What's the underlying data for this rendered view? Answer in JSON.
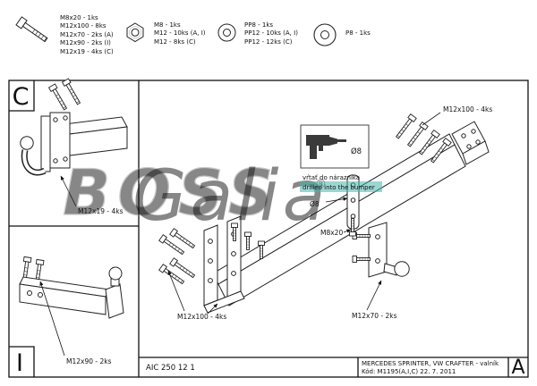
{
  "parts": {
    "bolts": {
      "lines": [
        "M8x20 - 1ks",
        "M12x100 - 8ks",
        "M12x70 - 2ks (A)",
        "M12x90 - 2ks (I)",
        "M12x19 - 4ks (C)"
      ]
    },
    "nuts": {
      "lines": [
        "M8 - 1ks",
        "M12 - 10ks (A, I)",
        "M12 - 8ks (C)"
      ]
    },
    "washers": {
      "lines": [
        "PP8 - 1ks",
        "PP12 - 10ks (A, I)",
        "PP12 - 12ks (C)"
      ]
    },
    "big_washer": {
      "lines": [
        "P8 - 1ks"
      ]
    }
  },
  "labels": {
    "section_c": "C",
    "section_i": "I",
    "rev_a": "A",
    "main_top_right": "M12x100 - 4ks",
    "main_bottom_left": "M12x100 - 4ks",
    "main_ball": "M12x70 - 2ks",
    "main_m8": "M8x20",
    "dia8_box": "Ø8",
    "dia8_arrow": "Ø8",
    "note_sk": "vŕtať do nárazníka",
    "note_en": "drilled into the bumper",
    "c_detail": "M12x19 - 4ks",
    "i_detail": "M12x90 - 2ks"
  },
  "title_block": {
    "drawing_no": "AIC 250 12 1",
    "vehicle": "MERCEDES SPRINTER, VW CRAFTER - valník",
    "code_line": "Kód: M1195(A,I,C)  22. 7. 2011"
  },
  "watermark": {
    "outline_text": "BOSS",
    "script_text": "Galia",
    "registered": "®",
    "teal": "#35a8a0"
  }
}
